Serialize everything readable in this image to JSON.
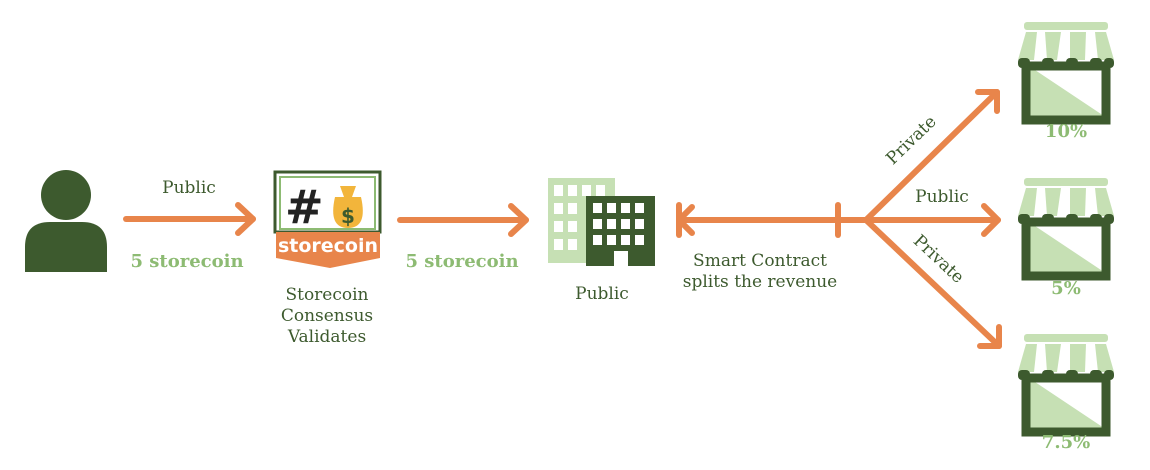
{
  "flow": {
    "user_to_consensus": {
      "label": "Public",
      "amount": "5 storecoin"
    },
    "consensus": {
      "logo_symbol": "#",
      "logo_text": "storecoin",
      "caption": "Storecoin Consensus Validates"
    },
    "consensus_to_public": {
      "amount": "5 storecoin"
    },
    "public_entity": {
      "label": "Public"
    },
    "contract": {
      "label": "Smart Contract splits the revenue"
    },
    "branches": [
      {
        "label": "Private",
        "share": "10%"
      },
      {
        "label": "Public",
        "share": "5%"
      },
      {
        "label": "Private",
        "share": "7.5%"
      }
    ]
  },
  "colors": {
    "dark_green": "#3d5a2e",
    "light_green": "#8dbb73",
    "pale_green": "#c6e0b4",
    "orange": "#e8854b",
    "gold": "#f2b53b"
  }
}
